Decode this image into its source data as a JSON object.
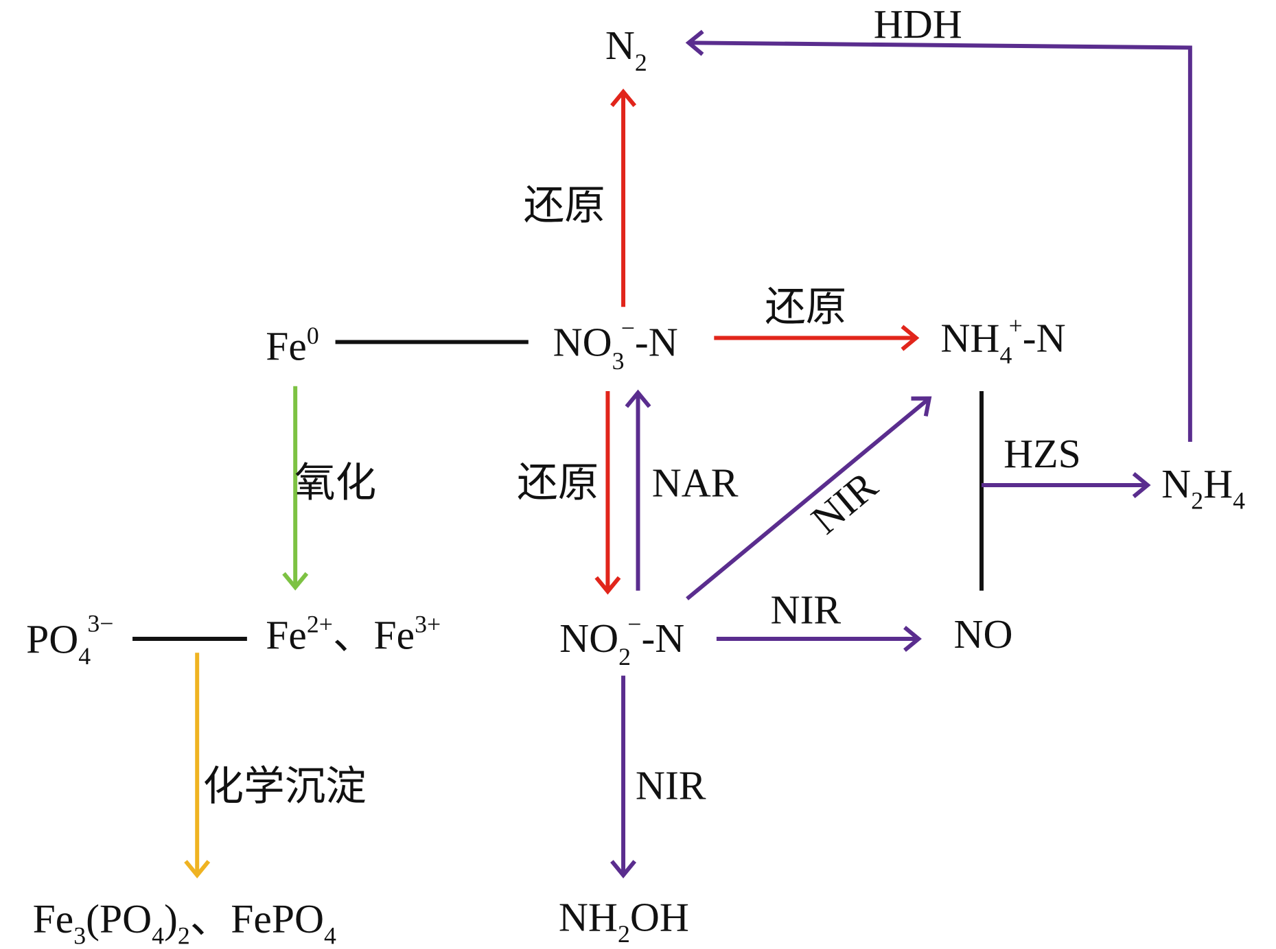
{
  "colors": {
    "reduction": "#e1251b",
    "enzyme": "#5a2d8e",
    "oxidation": "#7dc243",
    "precipitation": "#efb322",
    "bond": "#111111"
  },
  "nodes": {
    "n2": [
      "N",
      "2"
    ],
    "fe0": [
      "Fe",
      "0"
    ],
    "no3": [
      "NO",
      "3",
      "−",
      "-N"
    ],
    "nh4": [
      "NH",
      "4",
      "+",
      "-N"
    ],
    "n2h4": [
      "N",
      "2",
      "H",
      "4"
    ],
    "po4": [
      "PO",
      "4",
      "3−"
    ],
    "fe23": [
      "Fe",
      "2+",
      "、Fe",
      "3+"
    ],
    "no2": [
      "NO",
      "2",
      "−",
      "-N"
    ],
    "no": "NO",
    "fepo4": [
      "Fe",
      "3",
      "(PO",
      "4",
      ")",
      "2",
      "、FePO",
      "4"
    ],
    "nh2oh": [
      "NH",
      "2",
      "OH"
    ]
  },
  "edge_labels": {
    "hdh": "HDH",
    "reduce_n2": "还原",
    "reduce_nh4": "还原",
    "reduce_no2": "还原",
    "nar": "NAR",
    "nir_diag": "NIR",
    "hzs": "HZS",
    "oxidize": "氧化",
    "nir_no": "NIR",
    "precip": "化学沉淀",
    "nir_nh2oh": "NIR"
  }
}
